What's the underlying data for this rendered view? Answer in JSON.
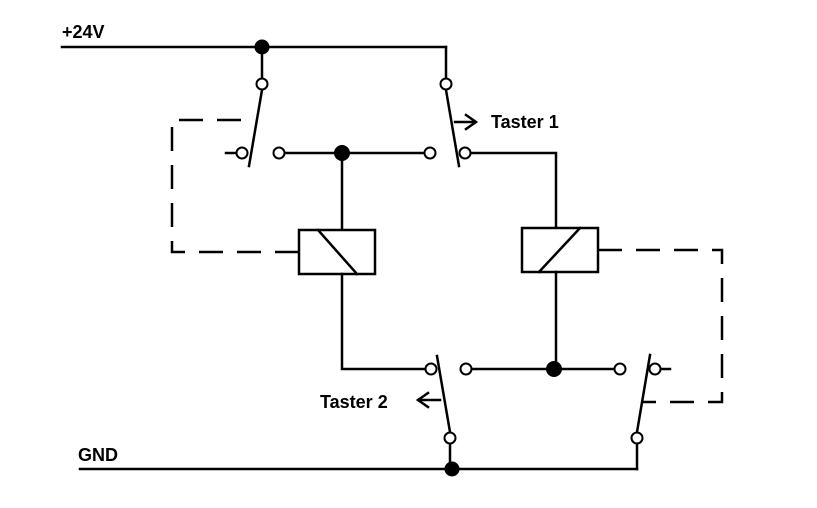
{
  "labels": {
    "supply": "+24V",
    "ground": "GND",
    "button_1": "Taster 1",
    "button_2": "Taster 2"
  },
  "colors": {
    "line": "#000000",
    "background": "#ffffff"
  }
}
